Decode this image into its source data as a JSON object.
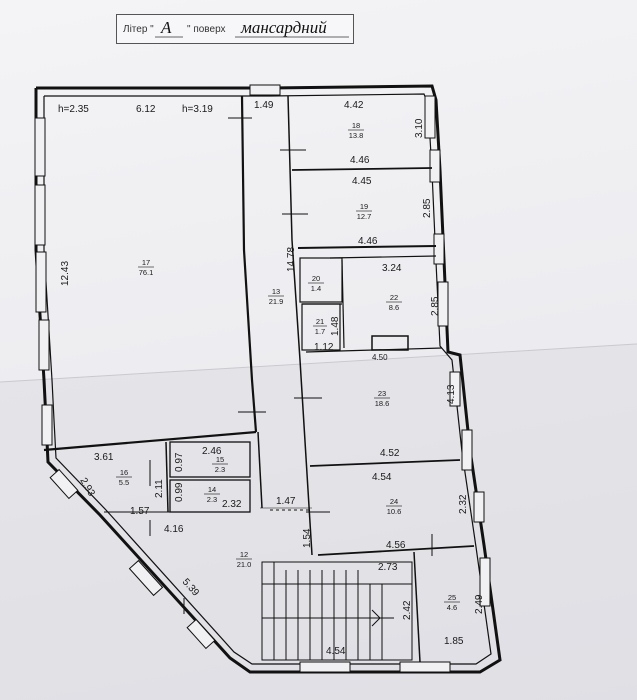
{
  "header": {
    "prefix": "Літер \"",
    "letter": "А",
    "mid": "\" поверх",
    "floor": "мансардний"
  },
  "heights": {
    "h1": "h=2.35",
    "h2": "h=3.19"
  },
  "dims": {
    "d612": "6.12",
    "d149": "1.49",
    "d442": "4.42",
    "d310": "3.10",
    "d446a": "4.46",
    "d445": "4.45",
    "d285a": "2.85",
    "d446b": "4.46",
    "d1243": "12.43",
    "d1478": "14.78",
    "d324": "3.24",
    "d285b": "2.85",
    "d148": "1.48",
    "d112": "1.12",
    "d450": "4.50",
    "d413": "4.13",
    "d452": "4.52",
    "d454a": "4.54",
    "d232a": "2.32",
    "d456": "4.56",
    "d361": "3.61",
    "d246": "2.46",
    "d097": "0.97",
    "d211": "2.11",
    "d099": "0.99",
    "d293": "2.93",
    "d157": "1.57",
    "d232b": "2.32",
    "d416": "4.16",
    "d147": "1.47",
    "d154": "1.54",
    "d273": "2.73",
    "d242": "2.42",
    "d249": "2.49",
    "d539": "5.39",
    "d454b": "4.54",
    "d185": "1.85"
  },
  "rooms": [
    {
      "num": "17",
      "area": "76.1"
    },
    {
      "num": "13",
      "area": "21.9"
    },
    {
      "num": "18",
      "area": "13.8"
    },
    {
      "num": "19",
      "area": "12.7"
    },
    {
      "num": "20",
      "area": "1.4"
    },
    {
      "num": "21",
      "area": "1.7"
    },
    {
      "num": "22",
      "area": "8.6"
    },
    {
      "num": "23",
      "area": "18.6"
    },
    {
      "num": "24",
      "area": "10.6"
    },
    {
      "num": "16",
      "area": "5.5"
    },
    {
      "num": "15",
      "area": "2.3"
    },
    {
      "num": "14",
      "area": "2.3"
    },
    {
      "num": "12",
      "area": "21.0"
    },
    {
      "num": "25",
      "area": "4.6"
    }
  ]
}
